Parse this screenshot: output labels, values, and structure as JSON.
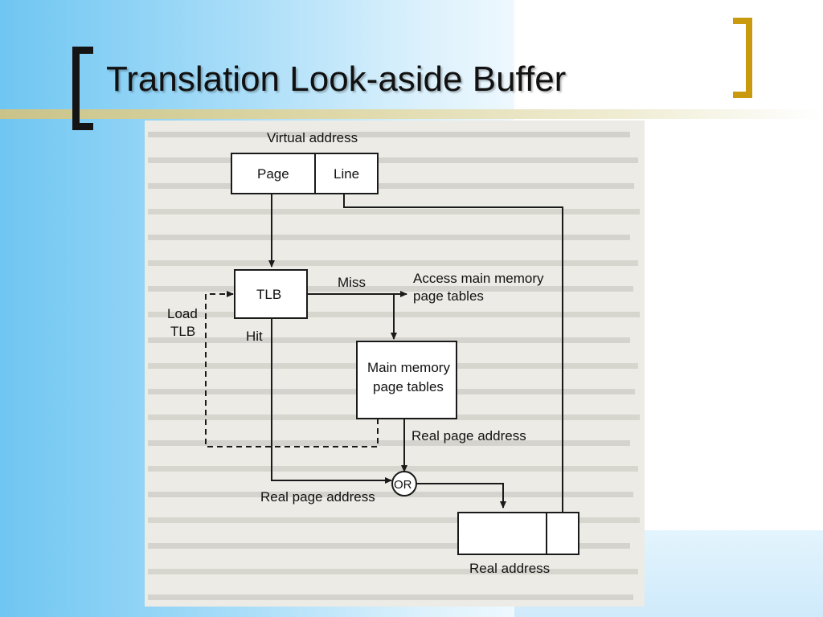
{
  "slide": {
    "title": "Translation Look-aside Buffer"
  },
  "colors": {
    "accent_bracket_right": "#c99a0e",
    "bracket_left": "#141414",
    "background_left": "#a6dcf8",
    "figure_background": "#ecebe6"
  },
  "diagram": {
    "virtual_address_label": "Virtual address",
    "page_field": "Page",
    "line_field": "Line",
    "tlb_label": "TLB",
    "miss_label": "Miss",
    "access_label_1": "Access main memory",
    "access_label_2": "page tables",
    "load_label_1": "Load",
    "load_label_2": "TLB",
    "hit_label": "Hit",
    "main_memory_label_1": "Main memory",
    "main_memory_label_2": "page tables",
    "real_page_address_upper": "Real page address",
    "or_label": "OR",
    "real_page_address_lower": "Real page address",
    "real_address_label": "Real address"
  }
}
